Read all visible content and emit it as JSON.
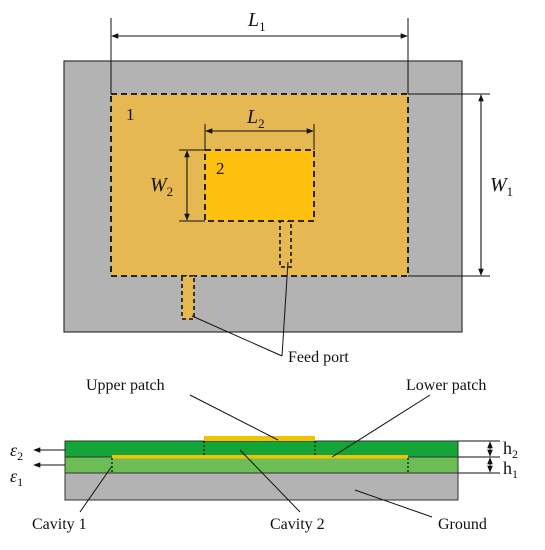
{
  "top_view": {
    "dimensions": {
      "L1": {
        "sym": "L",
        "sub": "1"
      },
      "L2": {
        "sym": "L",
        "sub": "2"
      },
      "W1": {
        "sym": "W",
        "sub": "1"
      },
      "W2": {
        "sym": "W",
        "sub": "2"
      }
    },
    "patch_numbers": {
      "lower": "1",
      "upper": "2"
    },
    "feed_label": "Feed port"
  },
  "cross_section": {
    "labels": {
      "upper_patch": "Upper patch",
      "lower_patch": "Lower patch",
      "cavity1": "Cavity 1",
      "cavity2": "Cavity 2",
      "ground": "Ground"
    },
    "heights": {
      "h2": {
        "sym": "h",
        "sub": "2"
      },
      "h1": {
        "sym": "h",
        "sub": "1"
      }
    },
    "permittivity": {
      "e2": {
        "sym": "ε",
        "sub": "2"
      },
      "e1": {
        "sym": "ε",
        "sub": "1"
      }
    }
  },
  "colors": {
    "ground_gray": "#b3b3b3",
    "lower_patch": "#e5b851",
    "upper_patch": "#fec00f",
    "substrate_upper": "#13a538",
    "substrate_lower": "#6cbd55",
    "copper_strip": "#f2c200"
  }
}
